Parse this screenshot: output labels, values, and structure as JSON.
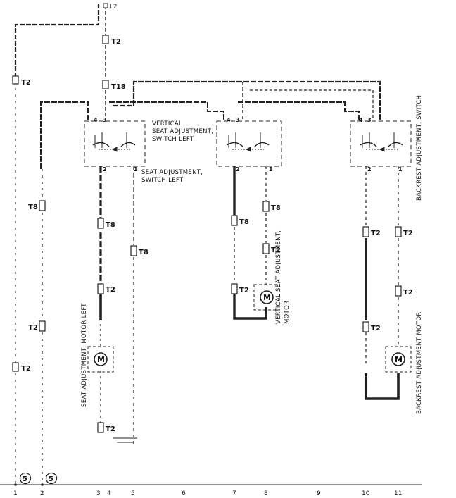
{
  "diagram": {
    "top_label": "L2",
    "component_labels": {
      "vertical_switch_left": [
        "VERTICAL",
        "SEAT ADJUSTMENT,",
        "SWITCH LEFT"
      ],
      "seat_switch_left": [
        "SEAT ADJUSTMENT,",
        "SWITCH LEFT"
      ],
      "backrest_switch": "BACKREST ADJUSTMENT, SWITCH",
      "seat_motor_left": "SEAT ADJUSTMENT, MOTOR LEFT",
      "vertical_motor": [
        "VERTICAL SEAT ADJUSTMENT,",
        "MOTOR"
      ],
      "backrest_motor": "BACKREST ADJUSTMENT MOTOR"
    },
    "connectors": {
      "t2_left": "T2",
      "t2_top": "T2",
      "t18_top": "T18",
      "t8_col2": "T8",
      "t2_col2": "T2",
      "t2_col2_low": "T2",
      "t8_col4": "T8",
      "t2_col4": "T2",
      "t2_col4_low": "T2",
      "t8_col5": "T8",
      "t8_col7": "T8",
      "t8_col8": "T8",
      "t2_col7": "T2",
      "t2_col8": "T2",
      "t2_col10a": "T2",
      "t2_col10b": "T2",
      "t2_col11a": "T2",
      "t2_col11b": "T2"
    },
    "pins": {
      "p4": "4",
      "p3": "3",
      "p2": "2",
      "p1": "1"
    },
    "motor_symbol": "M",
    "ground_ref": "5",
    "column_numbers": [
      "1",
      "2",
      "3",
      "4",
      "5",
      "6",
      "7",
      "8",
      "9",
      "10",
      "11"
    ]
  }
}
